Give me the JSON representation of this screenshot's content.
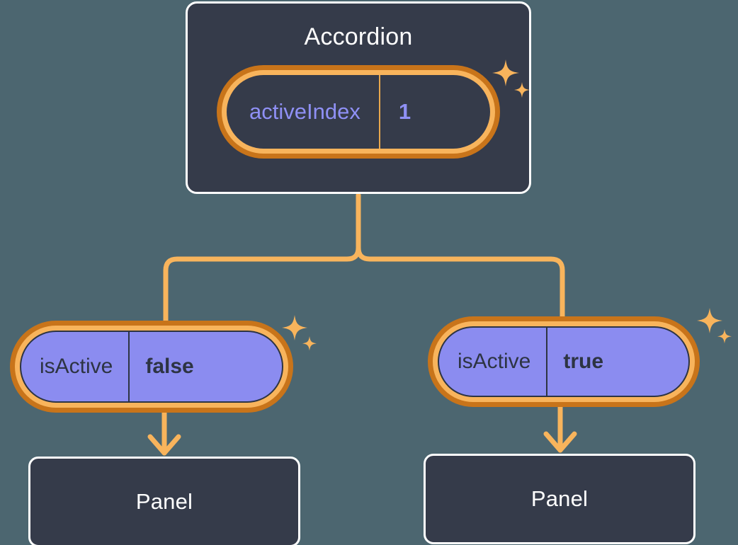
{
  "diagram": {
    "type": "component-state-tree",
    "background_color": "#4c6670",
    "accent_orange": "#f8b45c",
    "accent_orange_dark": "#c8741a",
    "purple": "#8b8cf0",
    "card_bg": "#353b4a",
    "text_light": "#ffffff",
    "text_dark": "#2d3443"
  },
  "root": {
    "title": "Accordion",
    "state": {
      "key": "activeIndex",
      "value": "1"
    },
    "sparkle": "sparkle-icon"
  },
  "branches": [
    {
      "id": "left",
      "prop": {
        "key": "isActive",
        "value": "false"
      },
      "sparkle": "sparkle-icon",
      "child": {
        "title": "Panel"
      },
      "arrow": "arrow-down-icon"
    },
    {
      "id": "right",
      "prop": {
        "key": "isActive",
        "value": "true"
      },
      "sparkle": "sparkle-icon",
      "child": {
        "title": "Panel"
      },
      "arrow": "arrow-down-icon"
    }
  ]
}
